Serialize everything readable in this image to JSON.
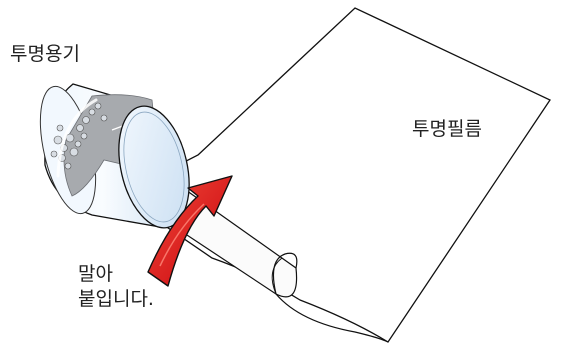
{
  "labels": {
    "container": "투명용기",
    "film": "투명필름",
    "instruction_line1": "말아",
    "instruction_line2": "붙입니다."
  },
  "colors": {
    "arrow": "#d81e1e",
    "outline": "#111111",
    "container_fill": "#e6f1fb",
    "tape": "#9fa2a6"
  }
}
